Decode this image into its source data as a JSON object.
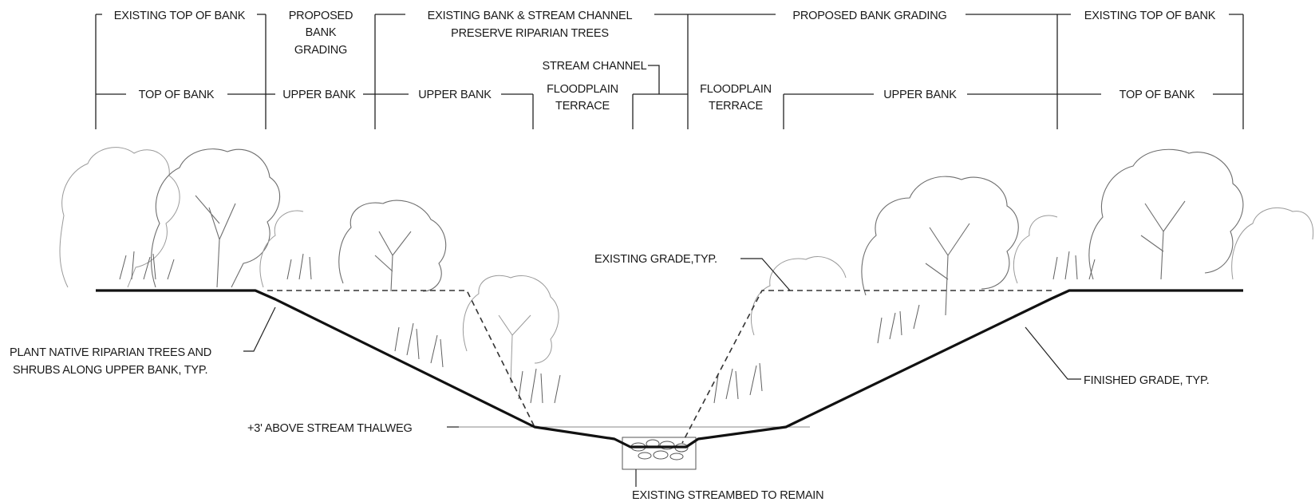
{
  "zones_upper": {
    "existing_top_left": "EXISTING TOP OF BANK",
    "proposed_grading_left": [
      "PROPOSED",
      "BANK",
      "GRADING"
    ],
    "existing_channel": [
      "EXISTING BANK & STREAM CHANNEL",
      "PRESERVE RIPARIAN TREES"
    ],
    "proposed_grading_right": "PROPOSED BANK GRADING",
    "existing_top_right": "EXISTING TOP OF BANK"
  },
  "zones_lower": {
    "top_of_bank_left": "TOP OF BANK",
    "upper_bank_1": "UPPER BANK",
    "upper_bank_2": "UPPER BANK",
    "stream_channel": "STREAM CHANNEL",
    "floodplain_left": [
      "FLOODPLAIN",
      "TERRACE"
    ],
    "floodplain_right": [
      "FLOODPLAIN",
      "TERRACE"
    ],
    "upper_bank_right": "UPPER BANK",
    "top_of_bank_right": "TOP OF BANK"
  },
  "callouts": {
    "existing_grade": "EXISTING GRADE,TYP.",
    "plant_native": [
      "PLANT NATIVE RIPARIAN TREES AND",
      "SHRUBS ALONG UPPER BANK, TYP."
    ],
    "finished_grade": "FINISHED GRADE, TYP.",
    "thalweg": "+3' ABOVE STREAM THALWEG",
    "streambed": "EXISTING STREAMBED TO REMAIN"
  }
}
